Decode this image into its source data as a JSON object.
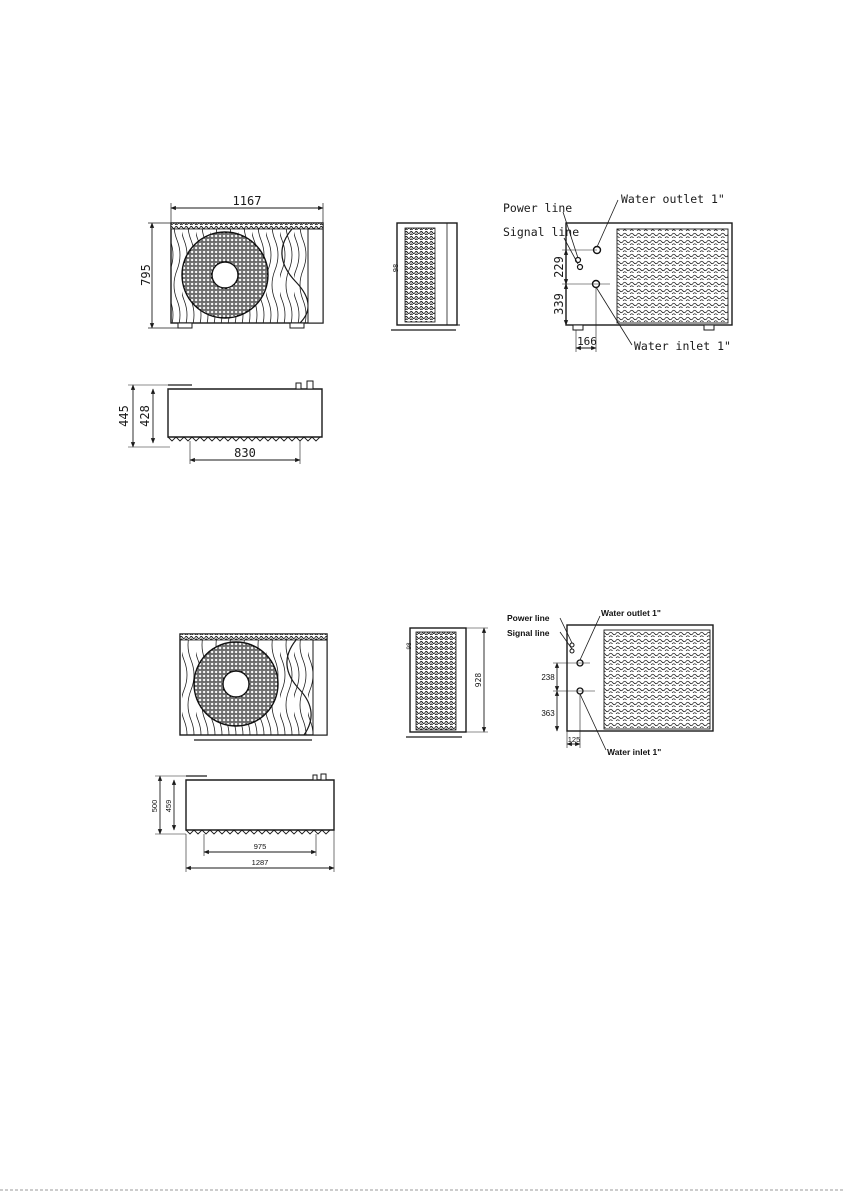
{
  "colors": {
    "ink": "#1a1a1a",
    "paper": "#ffffff"
  },
  "drawing1": {
    "front": {
      "width_label": "1167",
      "height_label": "795"
    },
    "side": {
      "small_label": "98"
    },
    "back": {
      "power_line": "Power line",
      "signal_line": "Signal line",
      "water_outlet": "Water outlet 1\"",
      "water_inlet": "Water inlet 1\"",
      "dim_upper": "229",
      "dim_lower": "339",
      "dim_offset": "166"
    },
    "top": {
      "depth_outer": "445",
      "depth_inner": "428",
      "feet_span": "830"
    }
  },
  "drawing2": {
    "side": {
      "height_label": "928",
      "small_label": "98"
    },
    "back": {
      "power_line": "Power line",
      "signal_line": "Signal line",
      "water_outlet": "Water outlet 1\"",
      "water_inlet": "Water inlet 1\"",
      "dim_upper": "238",
      "dim_lower": "363",
      "dim_offset": "125"
    },
    "top": {
      "depth_outer": "500",
      "depth_inner": "459",
      "feet_span": "975",
      "width_total": "1287"
    }
  }
}
